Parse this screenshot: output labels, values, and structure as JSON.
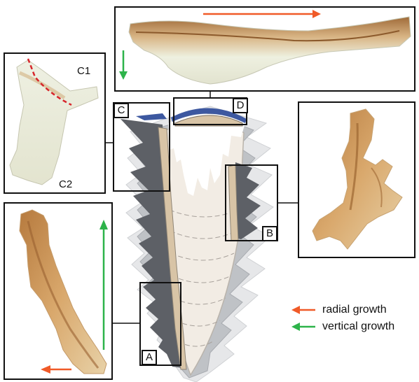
{
  "figure": {
    "panel_a_label": "A",
    "panel_b_label": "B",
    "panel_c_label": "C",
    "panel_d_label": "D",
    "c1_label": "C1",
    "c2_label": "C2"
  },
  "legend": {
    "radial": {
      "label": "radial growth",
      "color": "#f05a28"
    },
    "vertical": {
      "label": "vertical growth",
      "color": "#2db34a"
    }
  },
  "colors": {
    "dark_shell": "#5d6066",
    "mid_shell": "#bfc2c6",
    "light_shell": "#e6e7e9",
    "body_fill": "#f2ece4",
    "tan": "#d8c4a6",
    "blue_cap": "#3d58a0",
    "dashed_line": "#d7262b"
  }
}
